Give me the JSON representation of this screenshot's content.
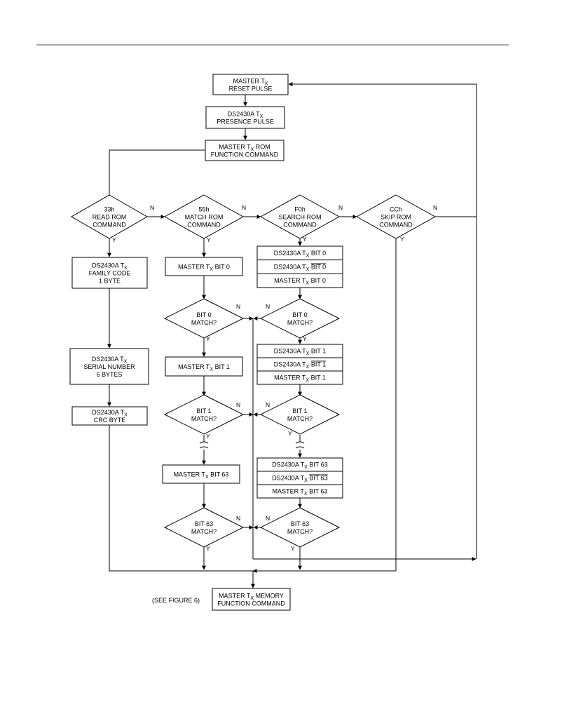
{
  "boxes": {
    "reset": [
      "MASTER T<sub>X</sub>",
      "RESET PULSE"
    ],
    "presence": [
      "DS2430A T<sub>X</sub>",
      "PRESENCE PULSE"
    ],
    "rom_function": [
      "MASTER T<sub>X</sub> ROM",
      "FUNCTION COMMAND"
    ],
    "family_code": [
      "DS2430A T<sub>X</sub>",
      "FAMILY CODE",
      "1 BYTE"
    ],
    "serial_number": [
      "DS2430A T<sub>X</sub>",
      "SERIAL NUMBER",
      "6 BYTES"
    ],
    "crc_byte": [
      "DS2430A T<sub>X</sub>",
      "CRC BYTE"
    ],
    "match_bit0": [
      "MASTER T<sub>X</sub> BIT 0"
    ],
    "match_bit1": [
      "MASTER T<sub>X</sub> BIT 1"
    ],
    "match_bit63": [
      "MASTER T<sub>X</sub> BIT 63"
    ],
    "search_bit0_rows": [
      "DS2430A T<sub>X</sub> BIT 0",
      "DS2430A T<sub>X</sub> <ov>BIT 0</ov>",
      "MASTER T<sub>X</sub> BIT 0"
    ],
    "search_bit1_rows": [
      "DS2430A T<sub>X</sub> BIT 1",
      "DS2430A T<sub>X</sub> <ov>BIT 1</ov>",
      "MASTER T<sub>X</sub> BIT 1"
    ],
    "search_bit63_rows": [
      "DS2430A T<sub>X</sub> BIT 63",
      "DS2430A T<sub>X</sub> <ov>BIT 63</ov>",
      "MASTER T<sub>X</sub> BIT 63"
    ],
    "memory_function": [
      "MASTER T<sub>X</sub> MEMORY",
      "FUNCTION COMMAND"
    ]
  },
  "decisions": {
    "read_rom": [
      "33h",
      "READ ROM",
      "COMMAND"
    ],
    "match_rom": [
      "55h",
      "MATCH ROM",
      "COMMAND"
    ],
    "search_rom": [
      "F0h",
      "SEARCH ROM",
      "COMMAND"
    ],
    "skip_rom": [
      "CCh",
      "SKIP ROM",
      "COMMAND"
    ],
    "bit0_match": [
      "BIT 0",
      "MATCH?"
    ],
    "bit1_match": [
      "BIT 1",
      "MATCH?"
    ],
    "bit63_match": [
      "BIT 63",
      "MATCH?"
    ]
  },
  "branch_labels": {
    "yes": "Y",
    "no": "N"
  },
  "see_figure": "(SEE FIGURE 6)"
}
